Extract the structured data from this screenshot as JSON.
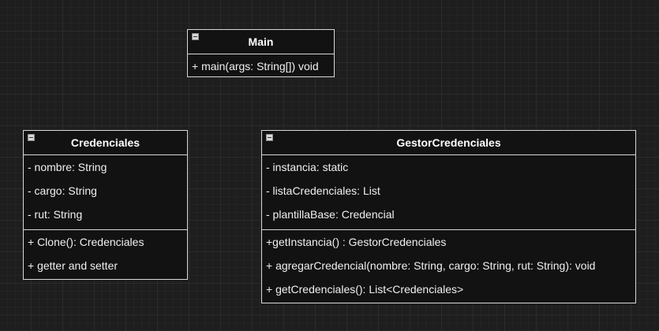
{
  "classes": {
    "main": {
      "name": "Main",
      "methods": [
        "+ main(args: String[]) void"
      ]
    },
    "credenciales": {
      "name": "Credenciales",
      "attributes": [
        "- nombre: String",
        "- cargo: String",
        "- rut: String"
      ],
      "methods": [
        "+ Clone(): Credenciales",
        "+ getter and setter"
      ]
    },
    "gestor": {
      "name": "GestorCredenciales",
      "attributes": [
        "- instancia: static",
        "- listaCredenciales: List",
        "- plantillaBase: Credencial"
      ],
      "methods": [
        "+getInstancia() : GestorCredenciales",
        "+ agregarCredencial(nombre: String, cargo: String, rut: String): void",
        "+ getCredenciales(): List<Credenciales>"
      ]
    }
  },
  "icons": {
    "collapse": "collapse-icon"
  },
  "colors": {
    "background": "#1e1e1e",
    "box_fill": "#121212",
    "box_border": "#d8d8d8",
    "text": "#f0f0f0"
  }
}
